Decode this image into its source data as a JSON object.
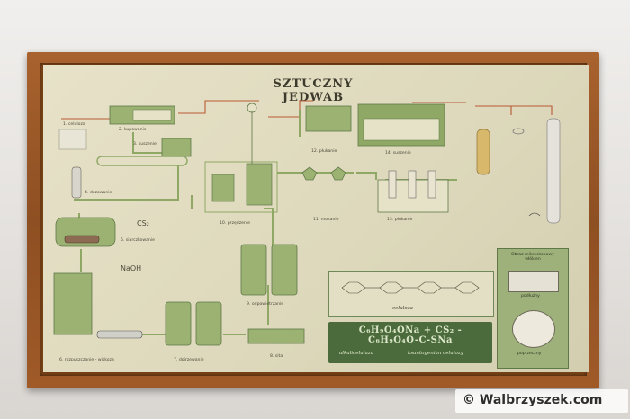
{
  "poster": {
    "title": "SZTUCZNY JEDWAB",
    "steps": {
      "s1": "1. celuloza",
      "s2": "2. kupowanie",
      "s3": "3. suszenie",
      "s4": "4. dozowanie",
      "s5": "5. siarczkowanie",
      "s6": "6. rozpuszczanie - wiskoza",
      "s7": "7. dojrzewanie",
      "s8": "8. sita",
      "s9": "9. odpowietrzanie",
      "s10": "10. przędzenie",
      "s11": "11. mokanie",
      "s12": "12. płukanie",
      "s13": "13. płukanie",
      "s14": "14. suszenie"
    },
    "chem_cs2": "CS₂",
    "chem_naoh": "NaOH",
    "cellulose_label": "celuloza",
    "formula": "C₆H₉O₄ONa + CS₂ - C₆H₉O₄O-C-SNa",
    "formula_caption_left": "alkalicelulaza",
    "formula_caption_right": "ksantogenian celulozy",
    "micro_title": "Obraz mikroskopowy włókien",
    "micro_a": "podłużny",
    "micro_b": "poprzeczny"
  },
  "watermark": {
    "text": "© Walbrzyszek.com"
  },
  "colors": {
    "frame": "#8e4f22",
    "poster": "#ddd8bb",
    "green": "#8fa865",
    "dark_green": "#4b6b3c",
    "accent_red": "#b85a34"
  }
}
